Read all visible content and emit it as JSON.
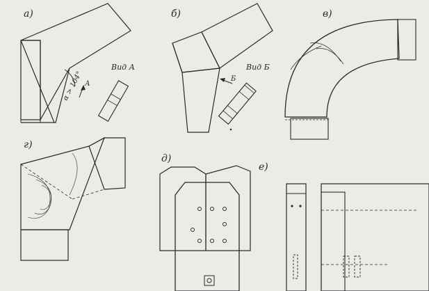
{
  "panels": {
    "a": {
      "letter": "а)",
      "view_label": "Вид А",
      "arrow_label": "А",
      "angle_label": "α > 104°"
    },
    "b": {
      "letter": "б)",
      "view_label": "Вид Б",
      "arrow_label": "Б"
    },
    "v": {
      "letter": "в)"
    },
    "g": {
      "letter": "г)"
    },
    "d": {
      "letter": "д)"
    },
    "e": {
      "letter": "е)"
    }
  },
  "colors": {
    "paper": "#ecebe6",
    "ink": "#2a2a2a"
  }
}
